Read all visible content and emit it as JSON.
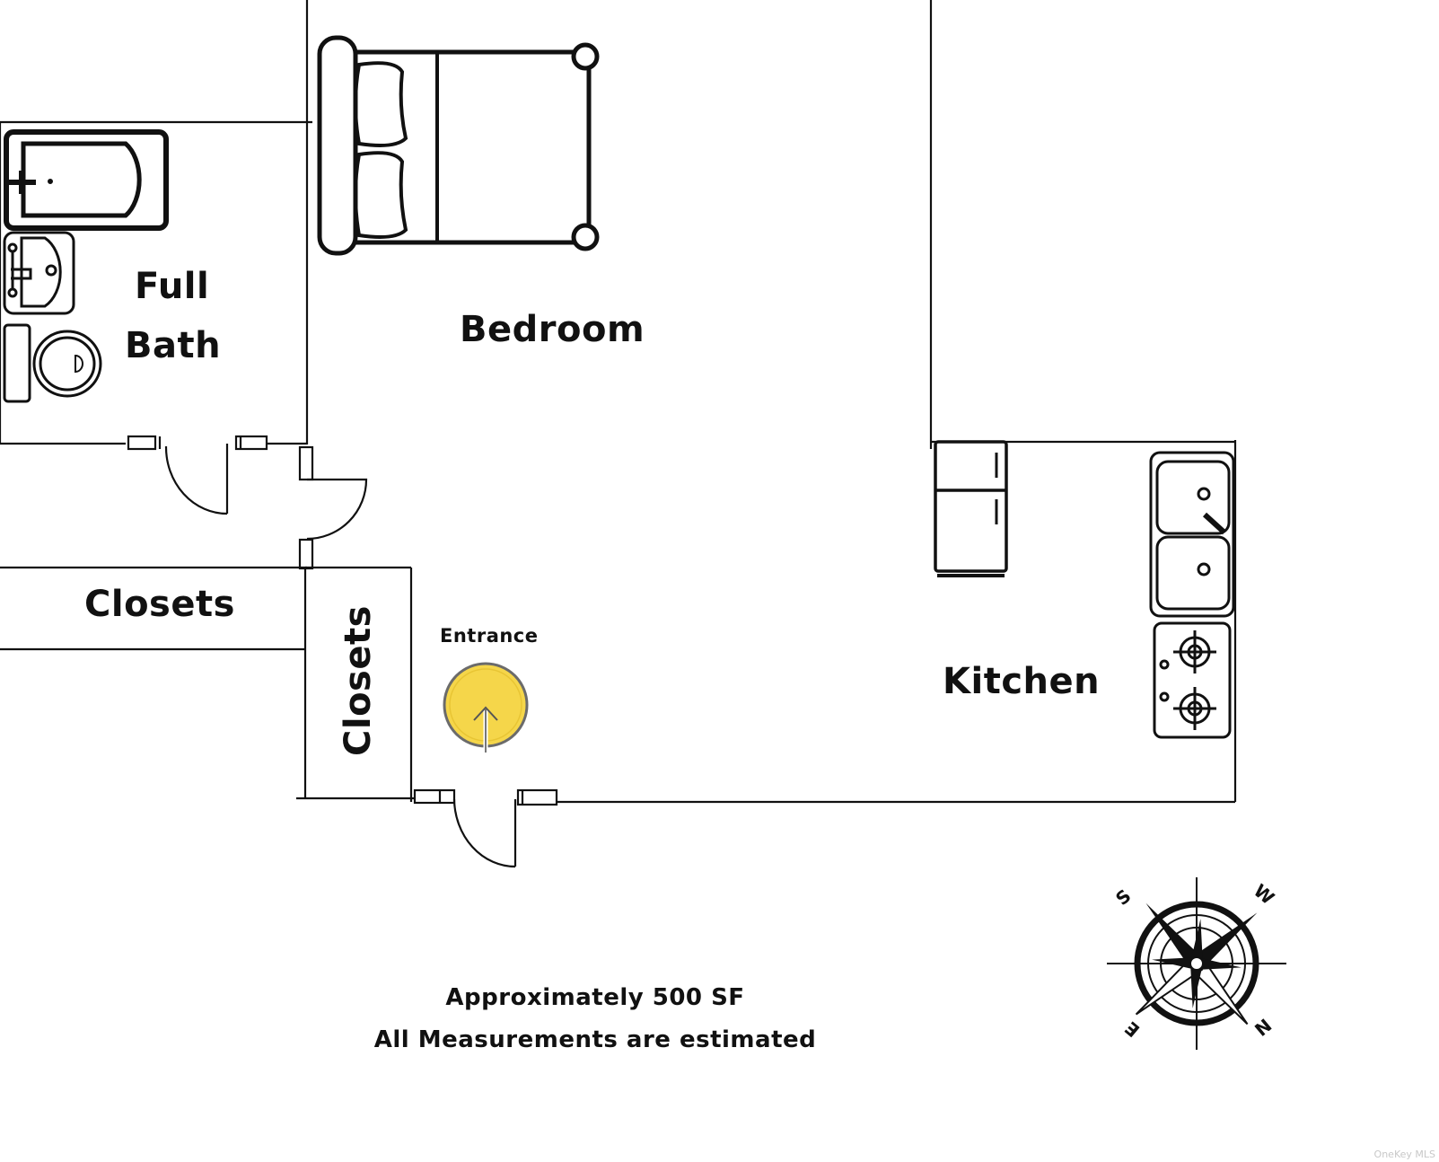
{
  "rooms": {
    "bath_line1": "Full",
    "bath_line2": "Bath",
    "bedroom": "Bedroom",
    "closets_horizontal": "Closets",
    "closets_vertical": "Closets",
    "kitchen": "Kitchen"
  },
  "entrance_label": "Entrance",
  "notes": {
    "area": "Approximately 500 SF",
    "disclaimer": "All Measurements are estimated"
  },
  "compass": {
    "top_left": "S",
    "top_right": "W",
    "bottom_left": "E",
    "bottom_right": "N"
  },
  "watermark": "OneKey MLS",
  "colors": {
    "line": "#111111",
    "entrance_fill": "#f5d64a",
    "entrance_stroke": "#6b6b6b",
    "background": "#ffffff"
  },
  "icons": [
    "bathtub-icon",
    "sink-icon",
    "toilet-icon",
    "bed-icon",
    "refrigerator-icon",
    "double-sink-icon",
    "stove-icon",
    "entrance-arrow-icon",
    "compass-rose-icon"
  ]
}
